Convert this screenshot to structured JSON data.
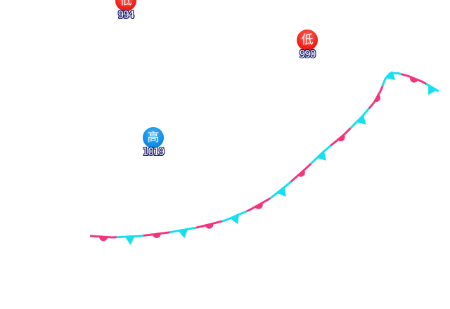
{
  "pressure_centers": [
    {
      "type": "low",
      "symbol": "低",
      "value": "994",
      "color": "#f0221a"
    },
    {
      "type": "low",
      "symbol": "低",
      "value": "990",
      "color": "#f0221a"
    },
    {
      "type": "high",
      "symbol": "高",
      "value": "1019",
      "color": "#118ee8"
    }
  ],
  "front": {
    "type": "stationary",
    "warm_color": "#f2367e",
    "cold_color": "#14e0f0"
  }
}
